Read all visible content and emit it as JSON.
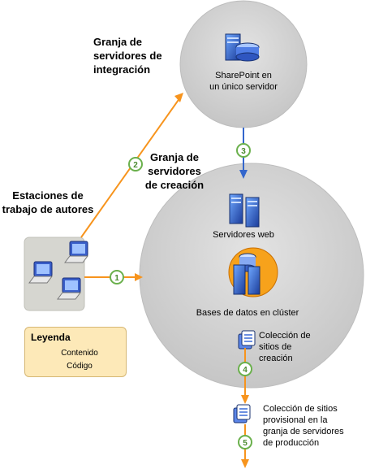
{
  "labels": {
    "integration_farm": [
      "Granja de",
      "servidores de",
      "integración"
    ],
    "sharepoint_server": [
      "SharePoint en",
      "un único servidor"
    ],
    "authoring_farm": [
      "Granja de",
      "servidores",
      "de creación"
    ],
    "author_stations": [
      "Estaciones de",
      "trabajo de autores"
    ],
    "web_servers": "Servidores web",
    "cluster_databases": "Bases de datos en clúster",
    "authoring_site_collection": [
      "Colección de",
      "sitios de",
      "creación"
    ],
    "staging_site_collection": [
      "Colección de sitios",
      "provisional en la",
      "granja de servidores",
      "de producción"
    ]
  },
  "steps": [
    "1",
    "2",
    "3",
    "4",
    "5"
  ],
  "legend": {
    "title": "Leyenda",
    "content": "Contenido",
    "code": "Código"
  },
  "colors": {
    "content_arrow": "#f7941d",
    "code_arrow": "#3366cc",
    "farm_circle": "#d2d2d2",
    "step_badge": "#6ab04c",
    "legend_bg": "#fde9b8"
  }
}
